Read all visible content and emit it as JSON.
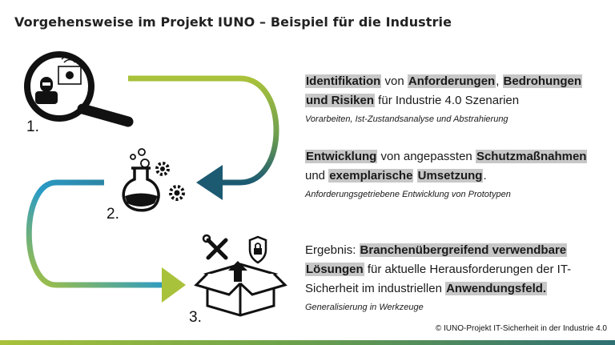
{
  "title": "Vorgehensweise im Projekt IUNO – Beispiel für die Industrie",
  "steps": [
    {
      "number": "1.",
      "icon": "magnifier-hacker-icon",
      "parts": [
        {
          "t": "Identifikation",
          "h": true
        },
        {
          "t": " von ",
          "h": false
        },
        {
          "t": "Anforderungen",
          "h": true
        },
        {
          "t": ", ",
          "h": false
        },
        {
          "t": "Bedrohungen",
          "h": true
        },
        {
          "t": " ",
          "h": false
        },
        {
          "t": "und Risiken",
          "h": true
        },
        {
          "t": " für Industrie 4.0 Szenarien",
          "h": false
        }
      ],
      "sub": "Vorarbeiten, Ist-Zustandsanalyse und Abstrahierung"
    },
    {
      "number": "2.",
      "icon": "flask-gears-icon",
      "parts": [
        {
          "t": "Entwicklung",
          "h": true
        },
        {
          "t": " von angepassten ",
          "h": false
        },
        {
          "t": "Schutzmaßnahmen",
          "h": true
        },
        {
          "t": " und ",
          "h": false
        },
        {
          "t": "exemplarische",
          "h": true
        },
        {
          "t": " ",
          "h": false
        },
        {
          "t": "Umsetzung",
          "h": true
        },
        {
          "t": ".",
          "h": false
        }
      ],
      "sub": "Anforderungsgetriebene Entwicklung von Prototypen"
    },
    {
      "number": "3.",
      "icon": "toolbox-lock-icon",
      "parts": [
        {
          "t": "Ergebnis: ",
          "h": false
        },
        {
          "t": "Branchenübergreifend verwendbare",
          "h": true
        },
        {
          "t": " ",
          "h": false
        },
        {
          "t": "Lösungen",
          "h": true
        },
        {
          "t": " für aktuelle Herausforderungen der IT-Sicherheit im industriellen ",
          "h": false
        },
        {
          "t": "Anwendungsfeld.",
          "h": true
        }
      ],
      "sub": "Generalisierung in Werkzeuge"
    }
  ],
  "footer": "© IUNO-Projekt IT-Sicherheit in der Industrie 4.0",
  "colors": {
    "arrow_green": "#a9c23b",
    "arrow_blue": "#1c5a72",
    "arrow_teal": "#3c8a90",
    "highlight": "#c7c7c7"
  }
}
